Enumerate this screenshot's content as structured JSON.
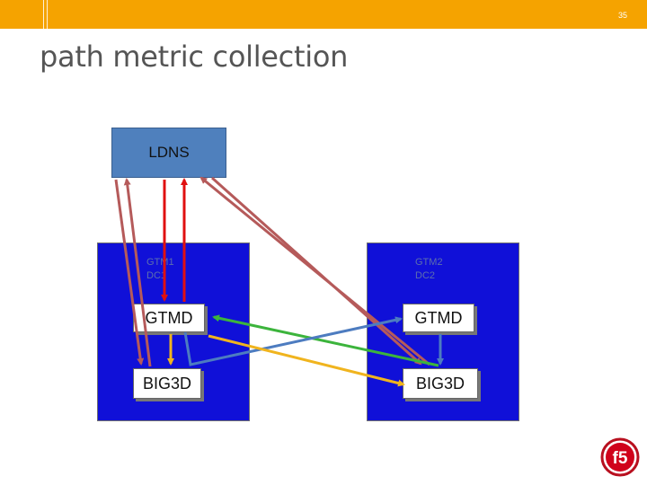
{
  "header": {
    "page_number": "35"
  },
  "slide": {
    "title": "path metric collection"
  },
  "diagram": {
    "ldns_label": "LDNS",
    "dc1": {
      "label_line1": "GTM1",
      "label_line2": "DC1",
      "gtmd_label": "GTMD",
      "big3d_label": "BIG3D"
    },
    "dc2": {
      "label_line1": "GTM2",
      "label_line2": "DC2",
      "gtmd_label": "GTMD",
      "big3d_label": "BIG3D"
    }
  },
  "colors": {
    "header_bar": "#f5a300",
    "dc_box": "#1010d8",
    "ldns_box": "#4f80bd",
    "arrow_brown": "#b55a5a",
    "arrow_red": "#e01010",
    "arrow_green": "#3cb43c",
    "arrow_steel": "#4d7cc0",
    "arrow_amber": "#f0b41e"
  },
  "logo": {
    "name": "f5-logo",
    "text": "f5"
  }
}
